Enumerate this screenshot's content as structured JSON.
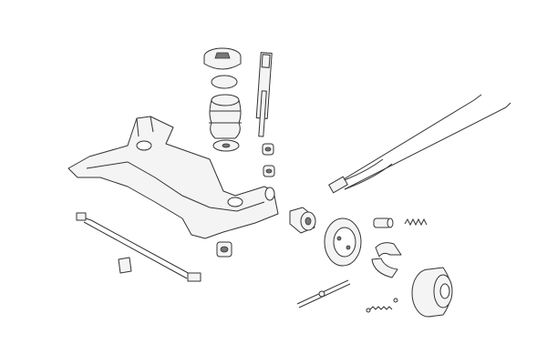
{
  "diagram": {
    "type": "exploded-parts-view",
    "colors": {
      "background": "#ffffff",
      "line": "#333333",
      "fill": "#f4f4f4",
      "shade": "#777777"
    },
    "parts": [
      "rear-axle-subframe",
      "strut-top-mount",
      "bump-stop",
      "strut-bearing-washer",
      "shock-absorber",
      "shock-bushing-upper",
      "shock-bushing-lower",
      "subframe-bushing",
      "handbrake-cable-pair",
      "stabilizer-link-rod",
      "rubber-mount-block",
      "wheel-hub-bearing",
      "brake-backing-plate",
      "wheel-cylinder",
      "return-spring",
      "brake-shoes",
      "adjuster-rod",
      "brake-shoe-spring-kit",
      "brake-drum"
    ]
  }
}
